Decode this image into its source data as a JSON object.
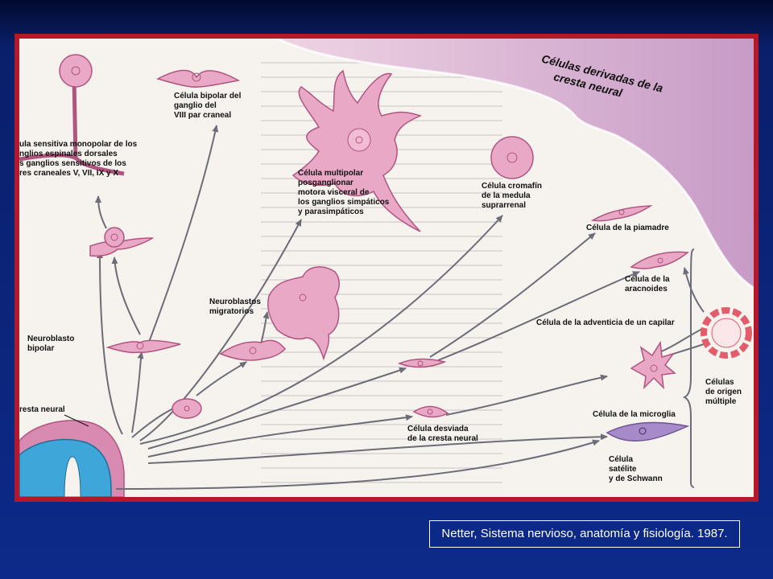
{
  "figure": {
    "title_line1": "Células derivadas de la",
    "title_line2": "cresta neural",
    "labels": {
      "monopolar_1": "ula sensitiva monopolar de los",
      "monopolar_2": "nglios espinales dorsales",
      "monopolar_3": "s ganglios sensitivos de los",
      "monopolar_4": "res craneales V, VII, IX y X",
      "bipolar_ganglio_1": "Célula bipolar del",
      "bipolar_ganglio_2": "ganglio del",
      "bipolar_ganglio_3": "VIII par craneal",
      "multipolar_1": "Célula multipolar",
      "multipolar_2": "posganglionar",
      "multipolar_3": "motora visceral de",
      "multipolar_4": "los ganglios simpáticos",
      "multipolar_5": "y parasimpáticos",
      "cromafin_1": "Célula cromafín",
      "cromafin_2": "de la medula",
      "cromafin_3": "suprarrenal",
      "piamadre": "Célula de la piamadre",
      "aracnoides_1": "Célula de la",
      "aracnoides_2": "aracnoides",
      "adventicia": "Célula de la adventicia de un capilar",
      "origen_1": "Células",
      "origen_2": "de origen",
      "origen_3": "múltiple",
      "microglia": "Célula de la microglia",
      "satelite_1": "Célula",
      "satelite_2": "satélite",
      "satelite_3": "y de Schwann",
      "neuroblastos_1": "Neuroblastos",
      "neuroblastos_2": "migratorios",
      "neuroblasto_bipolar_1": "Neuroblasto",
      "neuroblasto_bipolar_2": "bipolar",
      "cresta": "resta neural",
      "desviada_1": "Célula desviada",
      "desviada_2": "de la cresta neural"
    }
  },
  "caption": "Netter, Sistema nervioso, anatomía y fisiología. 1987.",
  "colors": {
    "cell_fill": "#e9a9c6",
    "cell_stroke": "#b0557f",
    "arrow": "#6d6d78",
    "crest_fill": "#d98ab0",
    "tube_fill": "#3ea6d8",
    "frame": "#b5182a"
  }
}
